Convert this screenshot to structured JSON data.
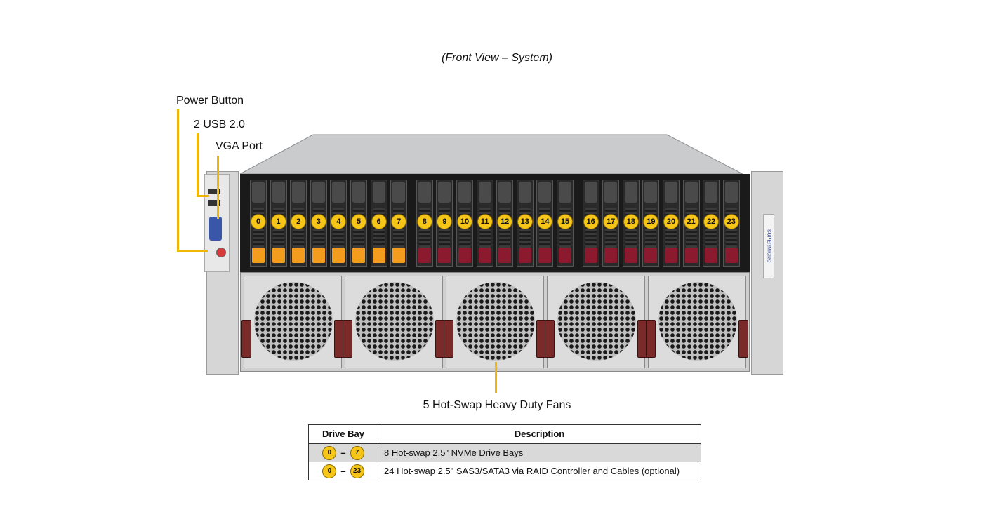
{
  "caption": "(Front View – System)",
  "callouts": {
    "power_button": "Power Button",
    "usb": "2 USB 2.0",
    "vga": "VGA Port",
    "fans": "5 Hot-Swap Heavy Duty Fans"
  },
  "brand": "SUPERMICRO",
  "bays": [
    "0",
    "1",
    "2",
    "3",
    "4",
    "5",
    "6",
    "7",
    "8",
    "9",
    "10",
    "11",
    "12",
    "13",
    "14",
    "15",
    "16",
    "17",
    "18",
    "19",
    "20",
    "21",
    "22",
    "23"
  ],
  "table": {
    "headers": [
      "Drive Bay",
      "Description"
    ],
    "rows": [
      {
        "from": "0",
        "to": "7",
        "description": "8 Hot-swap 2.5\" NVMe Drive Bays"
      },
      {
        "from": "0",
        "to": "23",
        "description": "24 Hot-swap 2.5\" SAS3/SATA3 via RAID Controller and Cables (optional)"
      }
    ]
  },
  "colors": {
    "accent": "#f2b705",
    "nvme_latch": "#f39c1e",
    "sas_latch": "#8b1a2e"
  }
}
